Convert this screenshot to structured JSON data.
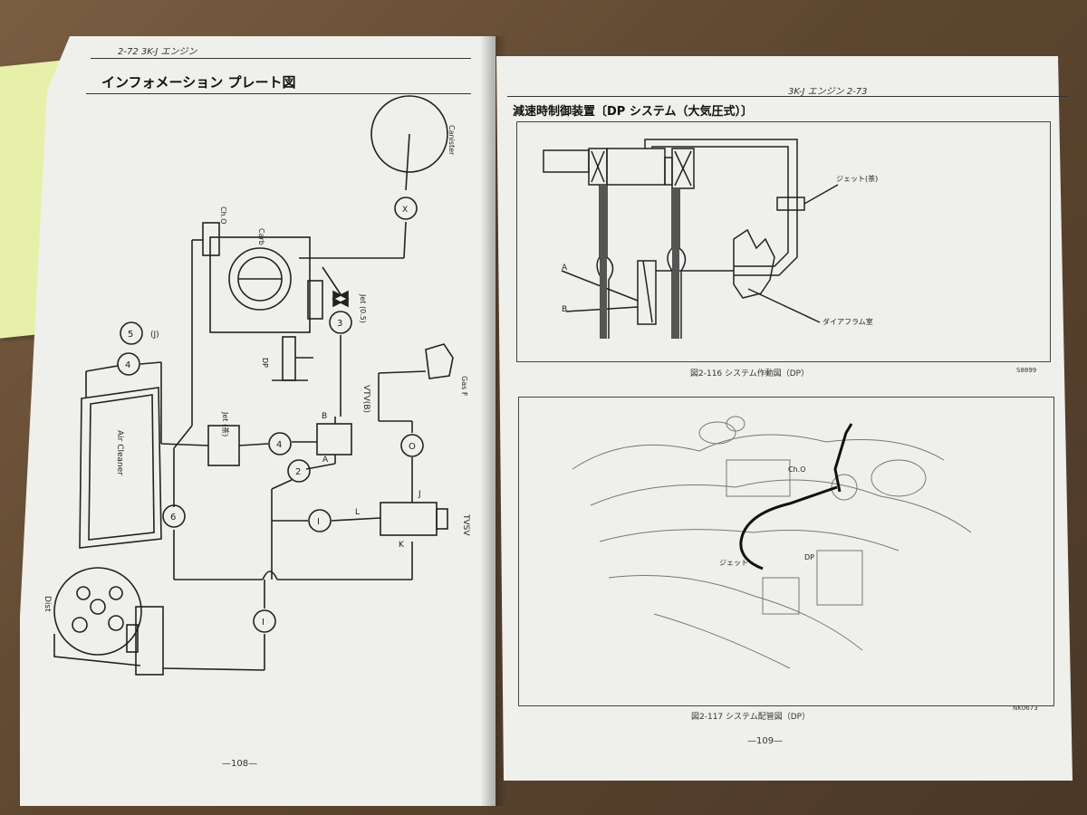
{
  "left_page": {
    "header": "2-72  3K-J エンジン",
    "title": "インフォメーション プレート図",
    "page_number": "—108—",
    "labels": {
      "canister": "Canister",
      "carb": "Carb",
      "cho": "Ch.O",
      "jet05": "Jet (0.5)",
      "dp": "DP",
      "jet_brown": "Jet (茶)",
      "air_cleaner": "Air Cleaner",
      "vtv": "VTV(B)",
      "gas_f": "Gas F",
      "tvsv": "TVSV",
      "dist": "Dist",
      "port_b": "B",
      "port_a": "A",
      "port_j": "J",
      "port_l": "L",
      "port_k": "K",
      "n5": "5",
      "nJ": "(J)",
      "n4a": "4",
      "n4b": "4",
      "n3": "3",
      "n2": "2",
      "n6": "6",
      "n1a": "I",
      "n1b": "I",
      "nO": "O",
      "nX": "X"
    }
  },
  "right_page": {
    "header": "3K-J エンジン  2-73",
    "title": "減速時制御装置〔DP システム（大気圧式）〕",
    "fig1": {
      "label_jet": "ジェット(茶)",
      "label_a": "A",
      "label_b": "B",
      "label_diaphragm": "ダイアフラム室",
      "caption": "図2-116  システム作動図（DP）",
      "code": "S8899"
    },
    "fig2": {
      "label_cho": "Ch.O",
      "label_jet": "ジェット",
      "label_dp": "DP",
      "caption": "図2-117  システム配管図（DP）",
      "code": "NK0673"
    },
    "page_number": "—109—"
  }
}
